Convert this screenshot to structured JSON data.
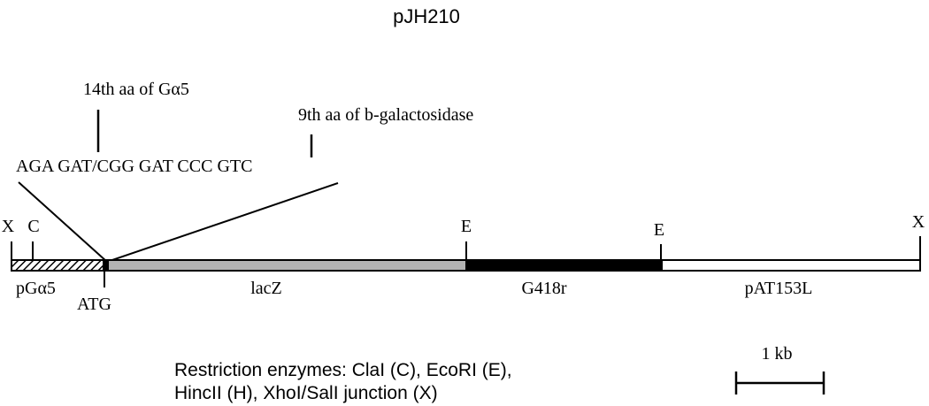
{
  "title": "pJH210",
  "annotations": {
    "aa14_label": "14th aa of Gα5",
    "aa9_label": "9th aa of b-galactosidase",
    "junction_sequence": "AGA GAT/CGG GAT CCC GTC"
  },
  "sites": {
    "x_left": "X",
    "c": "C",
    "e1": "E",
    "e2": "E",
    "x_right": "X"
  },
  "segments": [
    {
      "label": "pGα5",
      "fill": "hatched"
    },
    {
      "label": "lacZ",
      "color": "#b3b3b3"
    },
    {
      "label": "G418r",
      "color": "#000000"
    },
    {
      "label": "pAT153L",
      "color": "#ffffff"
    }
  ],
  "atg_label": "ATG",
  "scale_label": "1 kb",
  "legend": {
    "line1": "Restriction enzymes: ClaI (C), EcoRI (E),",
    "line2": "HincII (H), XhoI/SalI junction (X)"
  }
}
